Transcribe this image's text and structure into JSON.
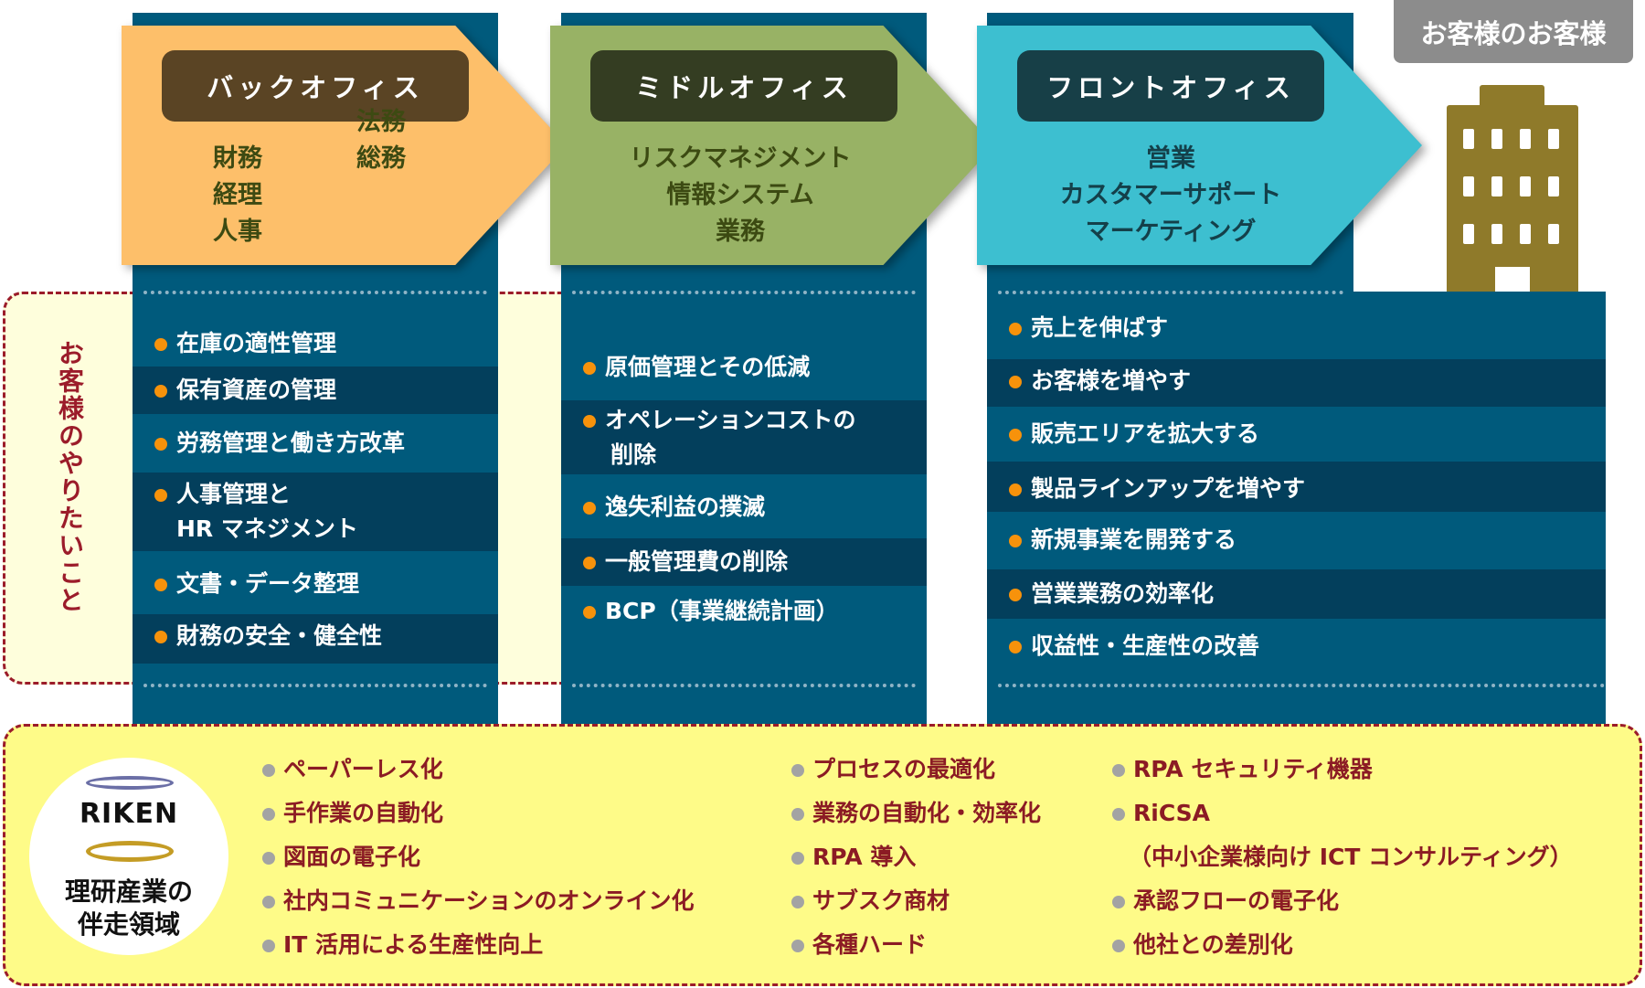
{
  "customer_of_customer": "お客様のお客様",
  "customer_wants": "お客様のやりたいこと",
  "columns": [
    {
      "title": "バックオフィス",
      "roles_left": [
        "財務",
        "経理",
        "人事"
      ],
      "roles_right": [
        "法務",
        "総務"
      ],
      "items": [
        "在庫の適性管理",
        "保有資産の管理",
        "労務管理と働き方改革",
        [
          "人事管理と",
          "HR マネジメント"
        ],
        "文書・データ整理",
        "財務の安全・健全性"
      ]
    },
    {
      "title": "ミドルオフィス",
      "roles": [
        "リスクマネジメント",
        "情報システム",
        "業務"
      ],
      "items": [
        "原価管理とその低減",
        [
          "オペレーションコストの",
          "削除"
        ],
        "逸失利益の撲滅",
        "一般管理費の削除",
        "BCP（事業継続計画）"
      ]
    },
    {
      "title": "フロントオフィス",
      "roles": [
        "営業",
        "カスタマーサポート",
        "マーケティング"
      ],
      "items": [
        "売上を伸ばす",
        "お客様を増やす",
        "販売エリアを拡大する",
        "製品ラインアップを増やす",
        "新規事業を開発する",
        "営業業務の効率化",
        "収益性・生産性の改善"
      ]
    }
  ],
  "riken": {
    "logo": "RIKEN",
    "title_line1": "理研産業の",
    "title_line2": "伴走領域"
  },
  "support": [
    [
      "ペーパーレス化",
      "手作業の自動化",
      "図面の電子化",
      "社内コミュニケーションのオンライン化",
      "IT 活用による生産性向上"
    ],
    [
      "プロセスの最適化",
      "業務の自動化・効率化",
      "RPA 導入",
      "サブスク商材",
      "各種ハード"
    ],
    [
      "RPA セキュリティ機器",
      "RiCSA",
      "（中小企業様向け ICT コンサルティング）",
      "承認フローの電子化",
      "他社との差別化"
    ]
  ],
  "colors": {
    "column": "#005a7c",
    "back": "#fdbf6a",
    "middle": "#98b265",
    "front": "#3dbfd0",
    "building": "#8f7a2a"
  }
}
